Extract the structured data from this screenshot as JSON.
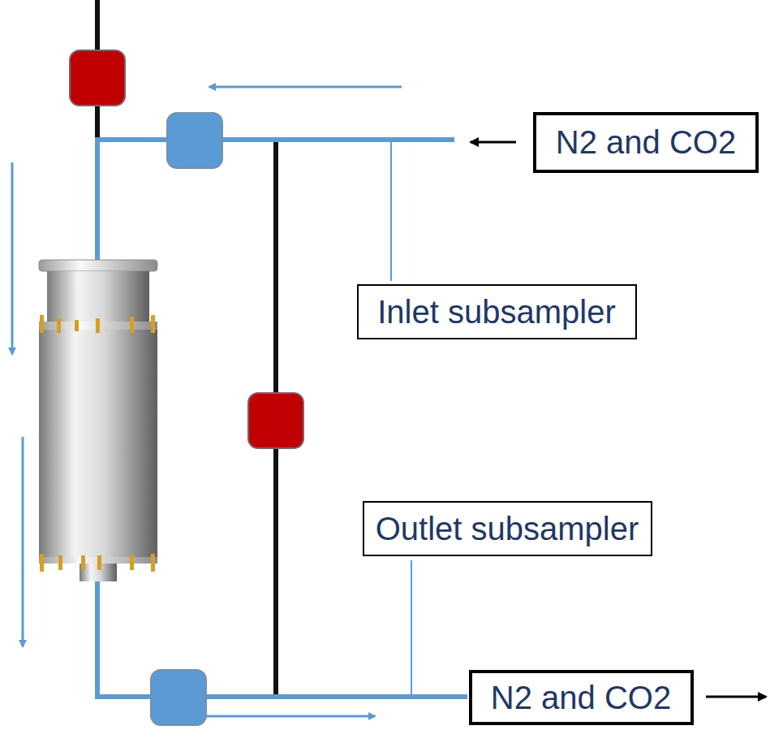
{
  "diagram": {
    "nodes": [
      {
        "text": [
          "N2 and CO2"
        ]
      },
      {
        "text": [
          "Inlet subsampler"
        ]
      },
      {
        "text": [
          "Outlet subsampler"
        ]
      },
      {
        "text": [
          "N2 and CO2"
        ]
      }
    ]
  }
}
